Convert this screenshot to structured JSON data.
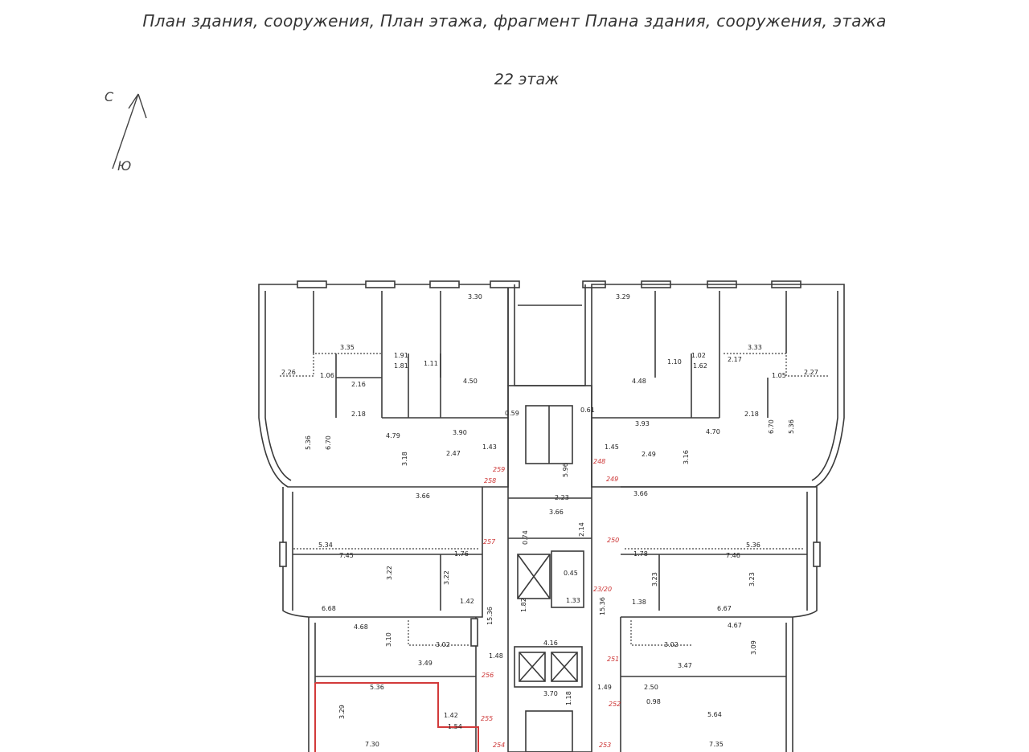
{
  "header": {
    "title": "План здания, сооружения, План этажа, фрагмент Плана здания, сооружения, этажа",
    "floor": "22 этаж"
  },
  "compass": {
    "north": "С",
    "south": "Ю"
  },
  "colors": {
    "walls": "#3a3a3a",
    "dims": "#222222",
    "room_numbers": "#cc3333",
    "highlight": "#d23a3a"
  },
  "dimensions": {
    "d330": "3.30",
    "d329": "3.29",
    "d335": "3.35",
    "d333": "3.33",
    "d226": "2.26",
    "d227": "2.27",
    "d106": "1.06",
    "d105": "1.05",
    "d191": "1.91",
    "d181": "1.81",
    "d111": "1.11",
    "d102": "1.02",
    "d110": "1.10",
    "d162": "1.62",
    "d217": "2.17",
    "d450": "4.50",
    "d448": "4.48",
    "d216": "2.16",
    "d218": "2.18",
    "d059": "0.59",
    "d061": "0.61",
    "d390": "3.90",
    "d393": "3.93",
    "d479": "4.79",
    "d470": "4.70",
    "d143": "1.43",
    "d145": "1.45",
    "d247": "2.47",
    "d249": "2.49",
    "d536": "5.36",
    "d670": "6.70",
    "d318": "3.18",
    "d316": "3.16",
    "d366": "3.66",
    "d323": "2.23",
    "d368": "3.66",
    "d534": "5.34",
    "d745": "7.45",
    "d746": "7.46",
    "d178": "1.78",
    "d176": "1.76",
    "d322": "3.22",
    "d323b": "3.23",
    "d142": "1.42",
    "d138": "1.38",
    "d668": "6.68",
    "d667": "6.67",
    "d133": "1.33",
    "d045": "0.45",
    "d468": "4.68",
    "d467": "4.67",
    "d310": "3.10",
    "d309": "3.09",
    "d302": "3.02",
    "d349": "3.49",
    "d347": "3.47",
    "d416": "4.16",
    "d148": "1.48",
    "d149": "1.49",
    "d370": "3.70",
    "d536b": "5.36",
    "d250": "2.50",
    "d098": "0.98",
    "d564": "5.64",
    "d329b": "3.29",
    "d142b": "1.42",
    "d154": "1.54",
    "d730": "7.30",
    "d735": "7.35",
    "d1536": "15.36",
    "d1538": "15.36",
    "d214": "2.14",
    "d174": "0.74",
    "d596": "5.96",
    "d182": "1.82",
    "d118": "1.18"
  },
  "rooms": {
    "r259": "259",
    "r258": "258",
    "r248": "248",
    "r249": "249",
    "r257": "257",
    "r250": "250",
    "r2320": "23/20",
    "r256": "256",
    "r251": "251",
    "r255": "255",
    "r252": "252",
    "r254": "254",
    "r253": "253"
  }
}
